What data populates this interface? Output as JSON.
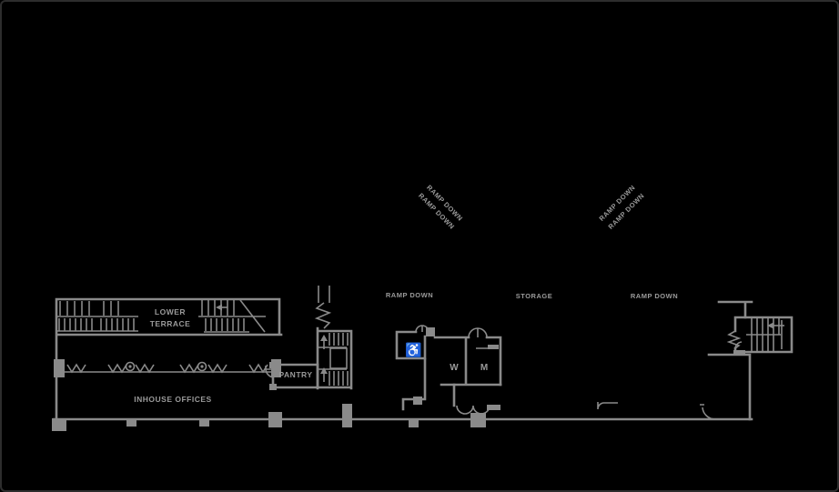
{
  "canvas": {
    "background": "#000000",
    "border_color": "#2d2d2d",
    "wall_color": "#8a8a8a",
    "text_color": "#9a9a9a"
  },
  "floor_plan": {
    "rooms": {
      "lower_terrace": {
        "line1": "LOWER",
        "line2": "TERRACE"
      },
      "inhouse_offices": {
        "label": "INHOUSE OFFICES"
      },
      "pantry": {
        "label": "PANTRY"
      },
      "storage": {
        "label": "STORAGE"
      },
      "restroom_women": {
        "label": "W"
      },
      "restroom_men": {
        "label": "M"
      }
    },
    "annotations": {
      "ramp_down_center": "RAMP DOWN",
      "ramp_down_east": "RAMP DOWN",
      "ramp_down_diag_west_1": "RAMP DOWN",
      "ramp_down_diag_west_2": "RAMP DOWN",
      "ramp_down_diag_east_1": "RAMP DOWN",
      "ramp_down_diag_east_2": "RAMP DOWN"
    },
    "icons": {
      "wheelchair": "♿"
    }
  }
}
